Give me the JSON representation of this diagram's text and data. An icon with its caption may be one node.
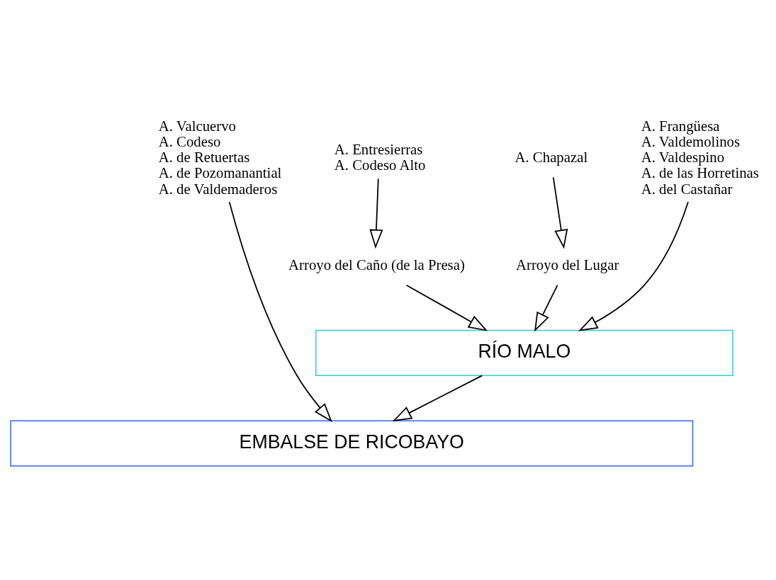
{
  "diagram": {
    "nodes": [
      {
        "text": [
          "A. Frangüesa",
          "A. Valdemolinos",
          "A. Valdespino",
          "A. de las Horretinas",
          "A. del Castañar"
        ]
      },
      {
        "text": [
          "A. Entresierras",
          "A. Codeso Alto"
        ]
      },
      {
        "text": [
          "A. Chapazal"
        ]
      },
      {
        "text": [
          "A. Valcuervo",
          "A. Codeso",
          "A. de Retuertas",
          "A. de Pozomanantial",
          "A. de Valdemaderos"
        ]
      },
      {
        "text": [
          "Arroyo del Caño (de la Presa)"
        ]
      },
      {
        "text": [
          "Arroyo del Lugar"
        ]
      },
      {
        "text": [
          "RÍO MALO"
        ]
      },
      {
        "text": [
          "EMBALSE DE RICOBAYO"
        ]
      }
    ],
    "edges": [
      {
        "from": 0,
        "to": 6,
        "arrow": "to"
      },
      {
        "from": 1,
        "to": 4,
        "arrow": "to"
      },
      {
        "from": 2,
        "to": 5,
        "arrow": "to"
      },
      {
        "from": 4,
        "to": 6,
        "arrow": "to"
      },
      {
        "from": 5,
        "to": 6,
        "arrow": "to"
      },
      {
        "from": 6,
        "to": 7,
        "arrow": "to"
      },
      {
        "from": 3,
        "to": 7,
        "arrow": "to"
      }
    ]
  }
}
